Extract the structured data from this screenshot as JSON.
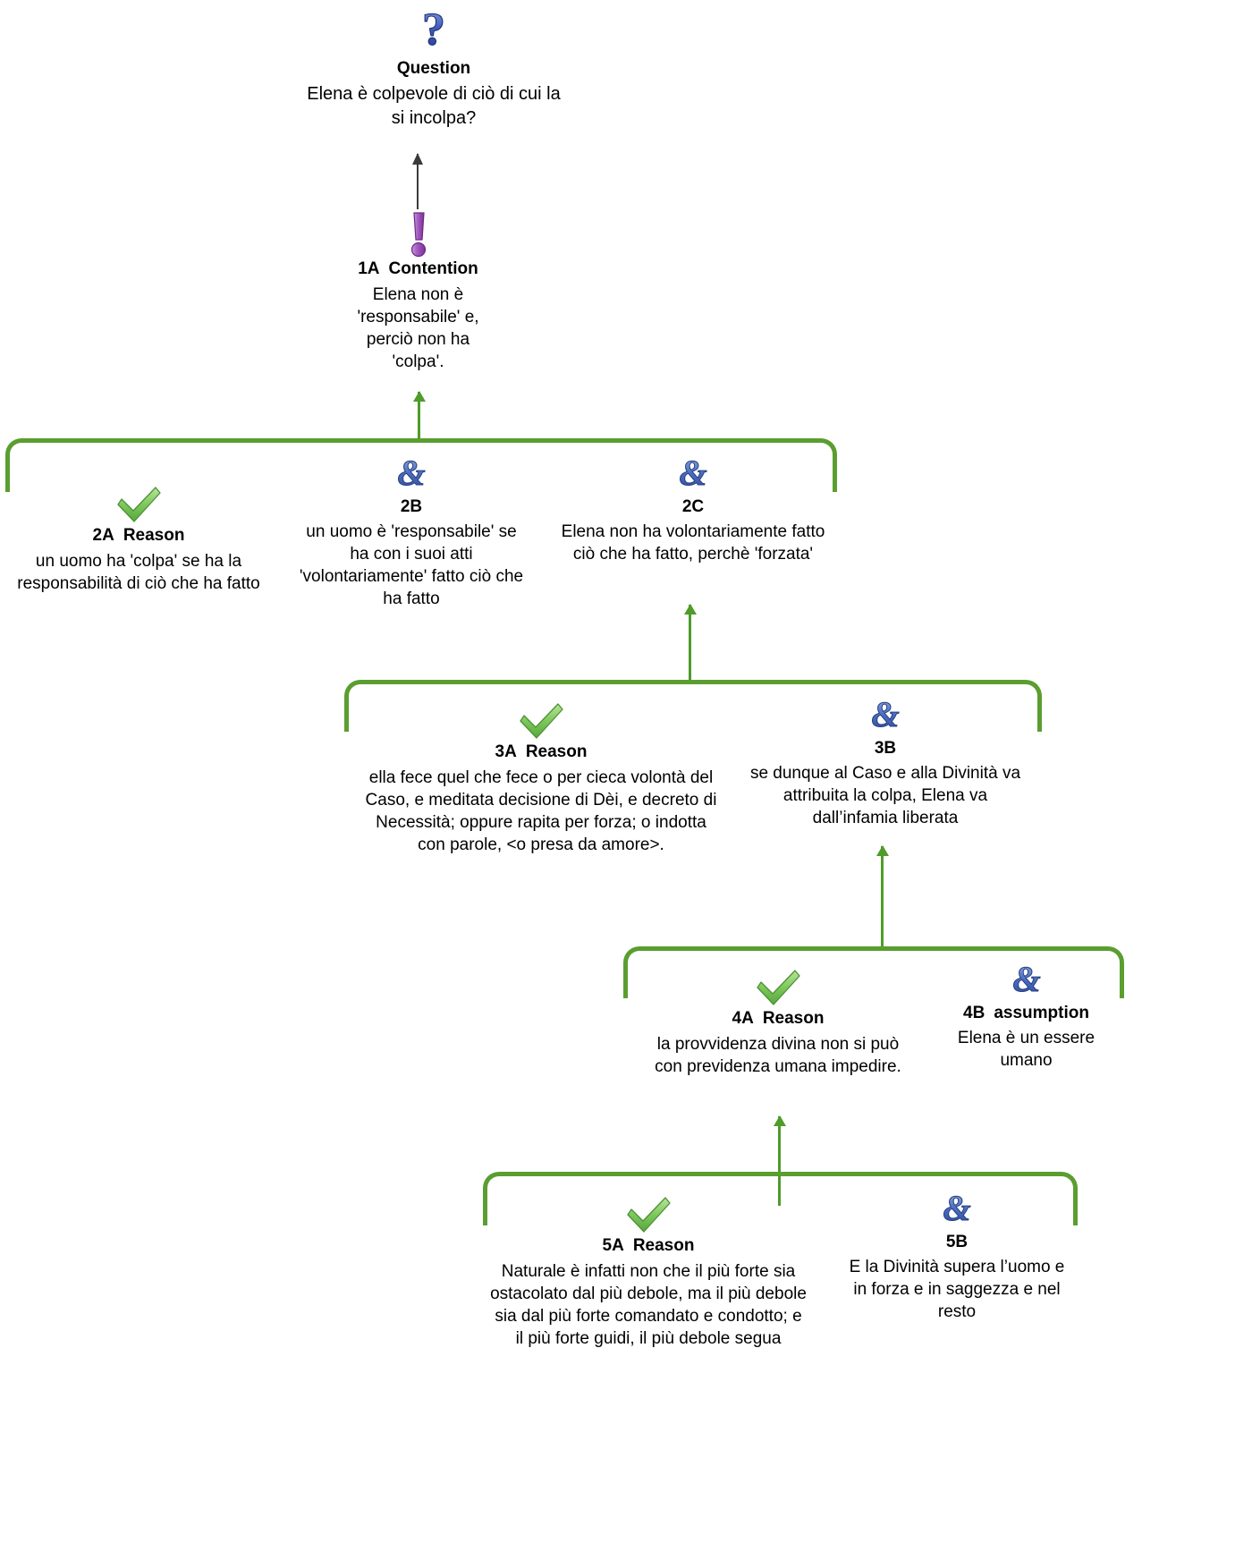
{
  "diagram": {
    "kind": "argument-map",
    "language": "it",
    "icons": {
      "question": "question-mark-icon",
      "contention": "exclamation-mark-icon",
      "reason": "green-check-icon",
      "co_premise": "ampersand-icon"
    },
    "colors": {
      "connector_green": "#5a9e2f",
      "arrow_green": "#4e9c2a",
      "question_blue": "#2f4fa8",
      "contention_purple": "#8e44ad",
      "check_green": "#77c157",
      "text": "#000000",
      "background": "#ffffff"
    }
  },
  "nodes": {
    "question": {
      "id": "",
      "title": "Question",
      "text": "Elena è colpevole di ciò di cui la si incolpa?"
    },
    "n1A": {
      "id": "1A",
      "title": "Contention",
      "text": "Elena non è 'responsabile' e, perciò non ha 'colpa'."
    },
    "n2A": {
      "id": "2A",
      "title": "Reason",
      "text": "un uomo ha 'colpa' se ha la responsabilità di ciò che ha fatto"
    },
    "n2B": {
      "id": "2B",
      "title": "",
      "text": "un uomo è 'responsabile' se ha con i suoi atti 'volontariamente' fatto ciò che ha fatto"
    },
    "n2C": {
      "id": "2C",
      "title": "",
      "text": "Elena non ha volontariamente fatto ciò che ha fatto, perchè 'forzata'"
    },
    "n3A": {
      "id": "3A",
      "title": "Reason",
      "text": "ella fece quel che fece o per cieca volontà del Caso, e meditata decisione di Dèi, e decreto di Necessità; oppure rapita per forza; o indotta con parole, <o presa da amore>."
    },
    "n3B": {
      "id": "3B",
      "title": "",
      "text": "se dunque al Caso e alla Divinità va attribuita la colpa, Elena va dall’infamia liberata"
    },
    "n4A": {
      "id": "4A",
      "title": "Reason",
      "text": "la provvidenza divina non si può con previdenza umana impedire."
    },
    "n4B": {
      "id": "4B",
      "title": "assumption",
      "text": "Elena è un essere umano"
    },
    "n5A": {
      "id": "5A",
      "title": "Reason",
      "text": "Naturale è infatti non che il più forte sia ostacolato dal più debole, ma il più debole sia dal più forte comandato e condotto; e il più forte guidi, il più debole segua"
    },
    "n5B": {
      "id": "5B",
      "title": "",
      "text": "E la Divinità supera l’uomo e in forza e in saggezza e nel resto"
    }
  }
}
